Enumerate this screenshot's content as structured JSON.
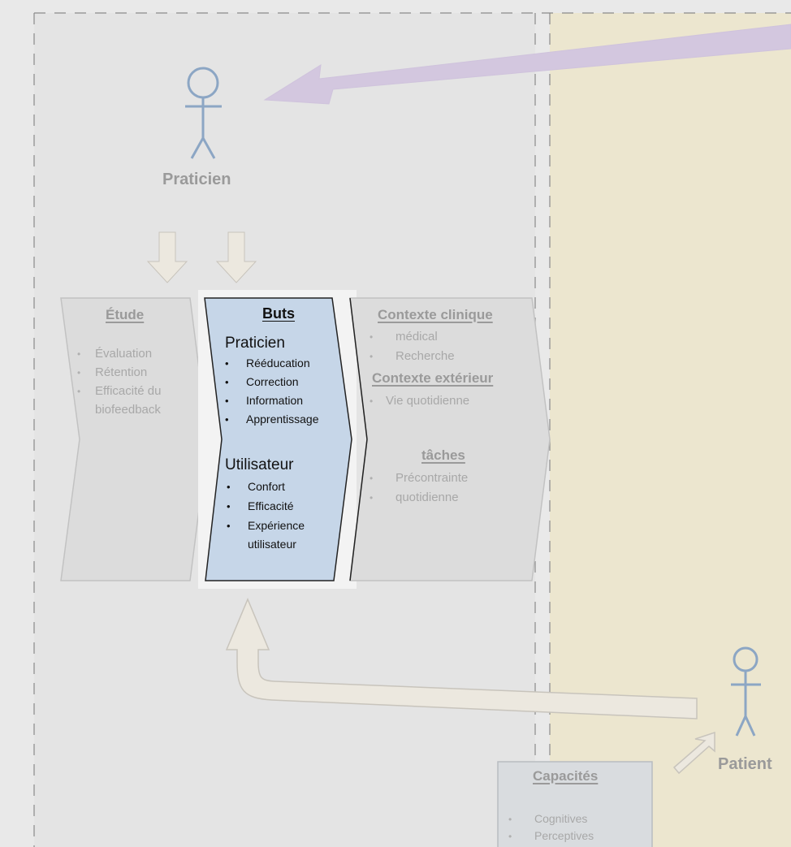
{
  "actors": {
    "praticien": "Praticien",
    "patient": "Patient"
  },
  "etude": {
    "title": "Étude",
    "items": [
      "Évaluation",
      "Rétention",
      "Efficacité du",
      "biofeedback"
    ]
  },
  "buts": {
    "title": "Buts",
    "praticien_heading": "Praticien",
    "praticien_items": [
      "Rééducation",
      "Correction",
      "Information",
      "Apprentissage"
    ],
    "utilisateur_heading": "Utilisateur",
    "utilisateur_items": [
      "Confort",
      "Efficacité",
      "Expérience",
      "utilisateur"
    ]
  },
  "contexte": {
    "clinique_title": "Contexte clinique",
    "clinique_items": [
      "médical",
      "Recherche"
    ],
    "exterieur_title": "Contexte extérieur",
    "exterieur_items": [
      "Vie quotidienne"
    ],
    "taches_title": "tâches",
    "taches_items": [
      "Précontrainte",
      "quotidienne"
    ]
  },
  "capacites": {
    "title": "Capacités",
    "items": [
      "Cognitives",
      "Perceptives"
    ]
  },
  "colors": {
    "left_panel": "#e4e4e4",
    "right_panel": "#ece6cf",
    "buts_fill": "#c6d6e8",
    "chevron_fill": "#dcdcdc",
    "arrow_purple": "#d2c6df",
    "arrow_beige": "#ece8df",
    "actor_blue": "#8ca6c4"
  }
}
